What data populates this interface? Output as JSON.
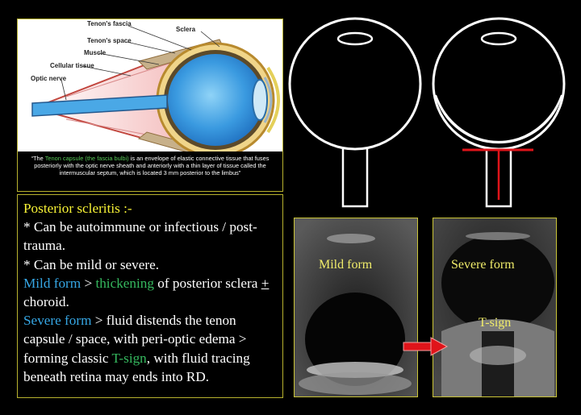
{
  "anatomy": {
    "labels": {
      "tenons_fascia": "Tenon's fascia",
      "sclera": "Sclera",
      "tenons_space": "Tenon's space",
      "muscle": "Muscle",
      "cellular_tissue": "Cellular tissue",
      "optic_nerve": "Optic nerve"
    },
    "caption": {
      "quote_open": "“The ",
      "green_part": "Tenon capsule (the fascia bulbi)",
      "rest": " is an envelope of elastic connective tissue that fuses posteriorly with the optic nerve sheath and anteriorly with a thin layer of tissue called the intermuscular septum, which is located 3 mm posterior to the limbus”"
    }
  },
  "notes": {
    "title": "Posterior scleritis :-",
    "bullet1": "* Can be autoimmune or infectious / post-trauma.",
    "bullet2": "* Can be mild or severe.",
    "mild_label": "Mild form",
    "mild_sep": " > ",
    "mild_green": "thickening",
    "mild_rest": " of posterior sclera ",
    "mild_pm": "+",
    "mild_tail": " choroid.",
    "severe_label": "Severe form",
    "severe_rest_1": " > fluid distends the tenon capsule / space, with peri-optic edema > forming classic ",
    "severe_green": "T-sign",
    "severe_rest_2": ", with fluid tracing beneath retina may ends into RD."
  },
  "ultrasound": {
    "mild_label": "Mild form",
    "severe_label": "Severe form",
    "tsign_label": "T-sign"
  },
  "colors": {
    "accent_yellow": "#f7f236",
    "accent_blue": "#36a7e5",
    "accent_green": "#35b85e",
    "arrow_red": "#e0141a"
  }
}
